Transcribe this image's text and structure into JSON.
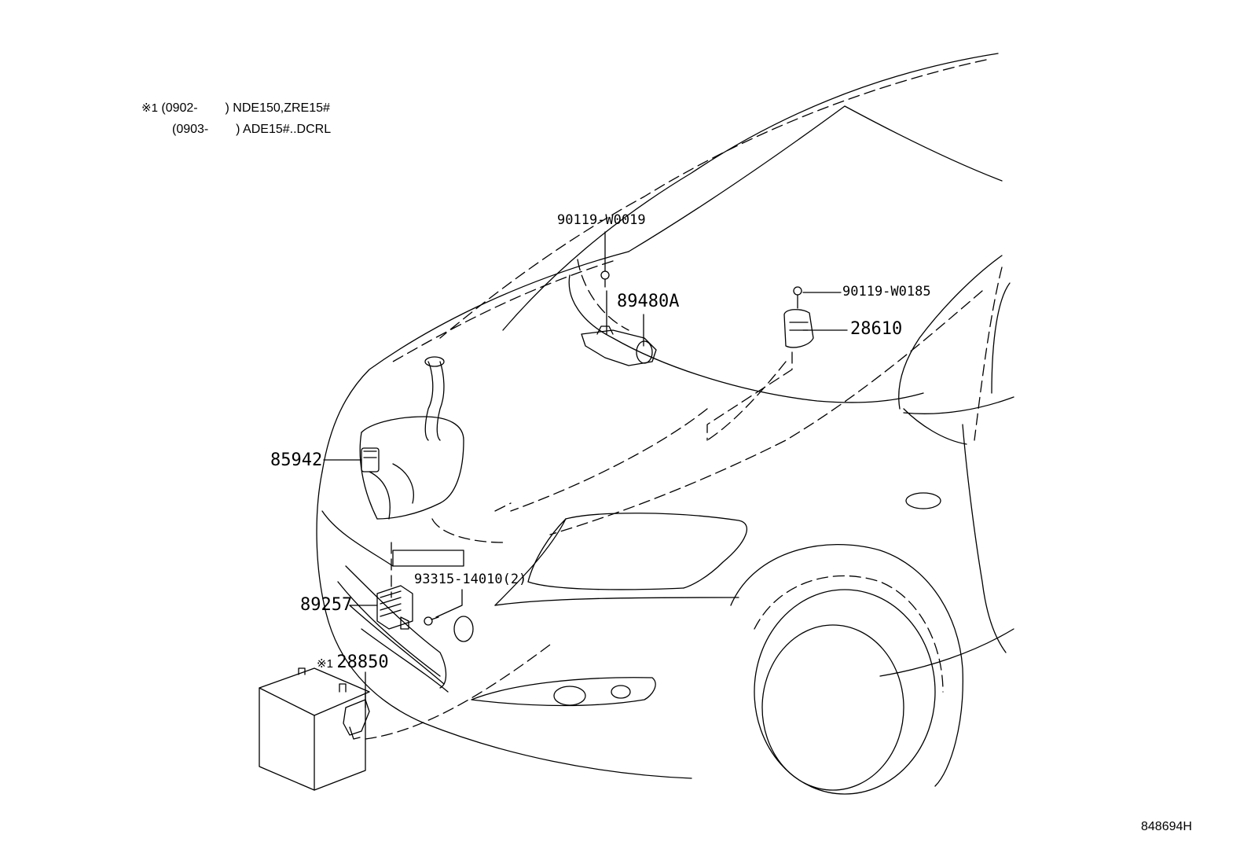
{
  "notes": {
    "line1_mark": "※1",
    "line1_period": "(0902-",
    "line1_models": ") NDE150,ZRE15#",
    "line2_period": "(0903-",
    "line2_models": ") ADE15#..DCRL"
  },
  "parts": {
    "bolt_upper": "90119-W0019",
    "hood_sensor": "89480A",
    "bolt_right": "90119-W0185",
    "horn_relay": "28610",
    "washer_connector": "85942",
    "screw": "93315-14010(2)",
    "module": "89257",
    "battery_sensor_mark": "※1",
    "battery_sensor": "28850"
  },
  "footer": {
    "drawing_code": "848694H"
  }
}
